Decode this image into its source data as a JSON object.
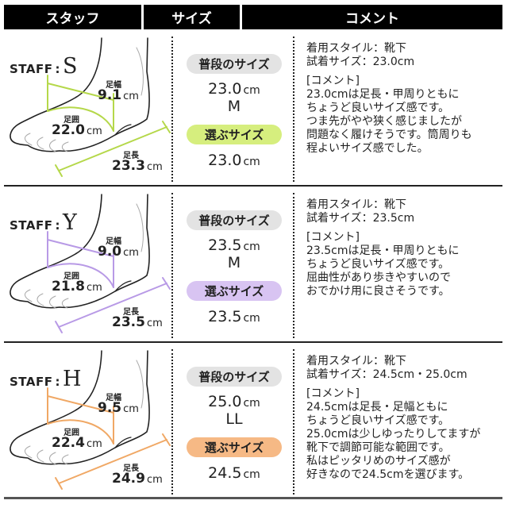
{
  "header": {
    "staff": "スタッフ",
    "size": "サイズ",
    "comment": "コメント"
  },
  "labels": {
    "staff_prefix": "STAFF",
    "colon": ":",
    "foot_width": "足幅",
    "foot_girth": "足囲",
    "foot_length": "足長",
    "unit": "cm",
    "usual_size": "普段のサイズ",
    "chosen_size": "選ぶサイズ"
  },
  "rows": [
    {
      "initial": "S",
      "color": "#b5d84a",
      "chosen_bg": "#d6ee7e",
      "foot_width": "9.1",
      "foot_girth": "22.0",
      "foot_length": "23.3",
      "usual_cm": "23.0",
      "usual_letter": "M",
      "chosen_cm": "23.0",
      "style": "着用スタイル：靴下",
      "tried": "試着サイズ：23.0cm",
      "comment_title": "[コメント]",
      "comment_lines": [
        "23.0cmは足長・甲周りともに",
        "ちょうど良いサイズ感です。",
        "つま先がやや狭く感じましたが",
        "問題なく履けそうです。筒周りも",
        "程よいサイズ感でした。"
      ]
    },
    {
      "initial": "Y",
      "color": "#b89ae6",
      "chosen_bg": "#d8c4f2",
      "foot_width": "9.0",
      "foot_girth": "21.8",
      "foot_length": "23.5",
      "usual_cm": "23.5",
      "usual_letter": "M",
      "chosen_cm": "23.5",
      "style": "着用スタイル：靴下",
      "tried": "試着サイズ：23.5cm",
      "comment_title": "[コメント]",
      "comment_lines": [
        "23.5cmは足長・甲周りともに",
        "ちょうど良いサイズ感です。",
        "屈曲性があり歩きやすいので",
        "おでかけ用に良さそうです。"
      ]
    },
    {
      "initial": "H",
      "color": "#f0a865",
      "chosen_bg": "#f6b985",
      "foot_width": "9.5",
      "foot_girth": "22.4",
      "foot_length": "24.9",
      "usual_cm": "25.0",
      "usual_letter": "LL",
      "chosen_cm": "24.5",
      "style": "着用スタイル：靴下",
      "tried": "試着サイズ：24.5cm・25.0cm",
      "comment_title": "[コメント]",
      "comment_lines": [
        "24.5cmは足長・足幅ともに",
        "ちょうど良いサイズ感です。",
        "25.0cmは少しゆったりしてますが",
        "靴下で調節可能な範囲です。",
        "私はピッタリめのサイズ感が",
        "好きなので24.5cmを選びます。"
      ]
    }
  ]
}
